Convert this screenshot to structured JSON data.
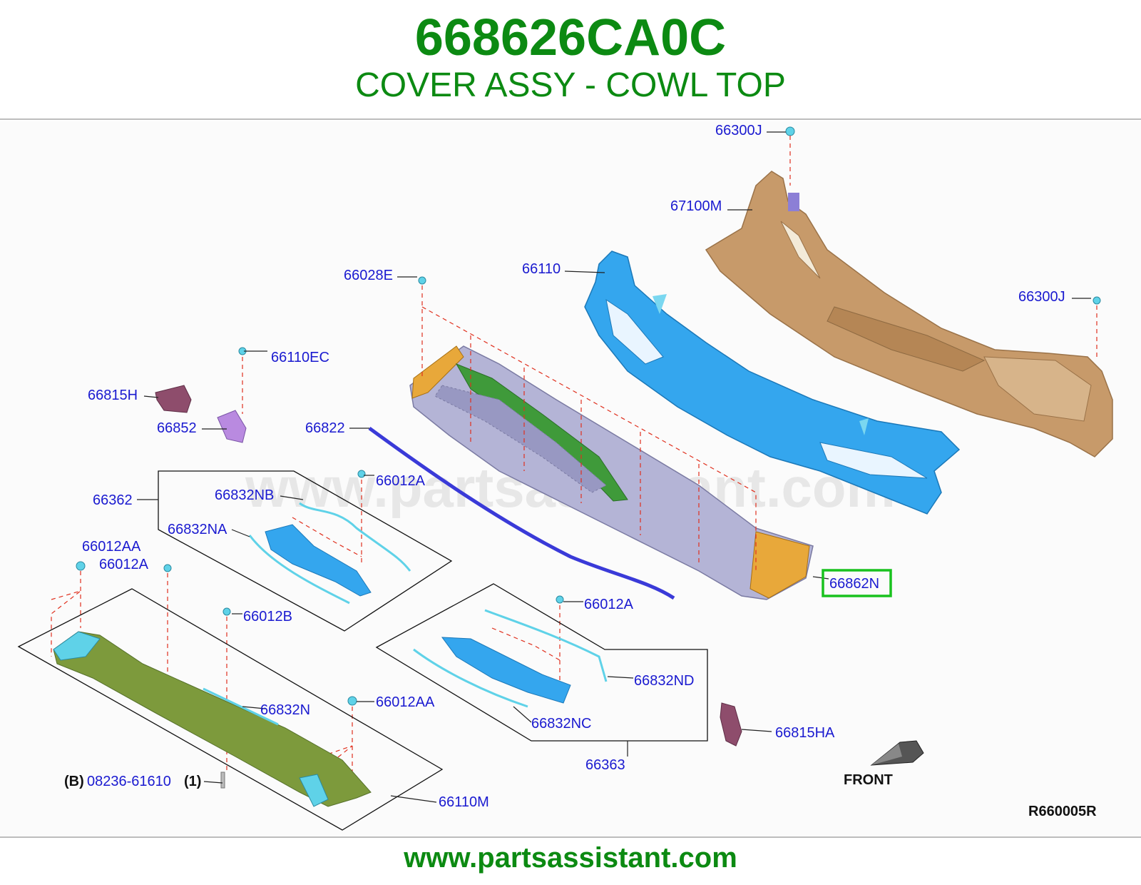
{
  "header": {
    "part_number": "668626CA0C",
    "part_name": "COVER ASSY - COWL TOP"
  },
  "watermark": "www.partsassistant.com",
  "labels": {
    "l_66300J_top": "66300J",
    "l_67100M": "67100M",
    "l_66110": "66110",
    "l_66028E": "66028E",
    "l_66300J_right": "66300J",
    "l_66110EC": "66110EC",
    "l_66815H": "66815H",
    "l_66852": "66852",
    "l_66822": "66822",
    "l_66012A_1": "66012A",
    "l_66362": "66362",
    "l_66832NB": "66832NB",
    "l_66832NA": "66832NA",
    "l_66012AA_1": "66012AA",
    "l_66012A_2": "66012A",
    "l_66862N": "66862N",
    "l_66012B": "66012B",
    "l_66012A_3": "66012A",
    "l_66832ND": "66832ND",
    "l_66832N": "66832N",
    "l_66012AA_2": "66012AA",
    "l_66832NC": "66832NC",
    "l_66815HA": "66815HA",
    "l_66363": "66363",
    "l_B": "(B)",
    "l_08236": "08236-61610",
    "l_qty": "(1)",
    "l_66110M": "66110M",
    "front": "FRONT",
    "ref_code": "R660005R"
  },
  "highlight": {
    "part": "66862N",
    "color": "#19c21e"
  },
  "colors": {
    "brand_green": "#0c8a12",
    "label_blue": "#1a1ad0",
    "dash_red": "#e0301e",
    "cowl_tan": "#c79a6a",
    "panel_blue": "#34a6ee",
    "grille_gray": "#b4b4d6",
    "seal_green": "#3f9a3a",
    "end_orange": "#e8a83a",
    "strip_blue": "#3a3ad8",
    "bracket_mauve": "#8e4d6c",
    "bracket_violet": "#b98ae0",
    "duct_cyan": "#5fd2e8",
    "rail_olive": "#7d9a3c"
  },
  "footer": {
    "url": "www.partsassistant.com"
  }
}
